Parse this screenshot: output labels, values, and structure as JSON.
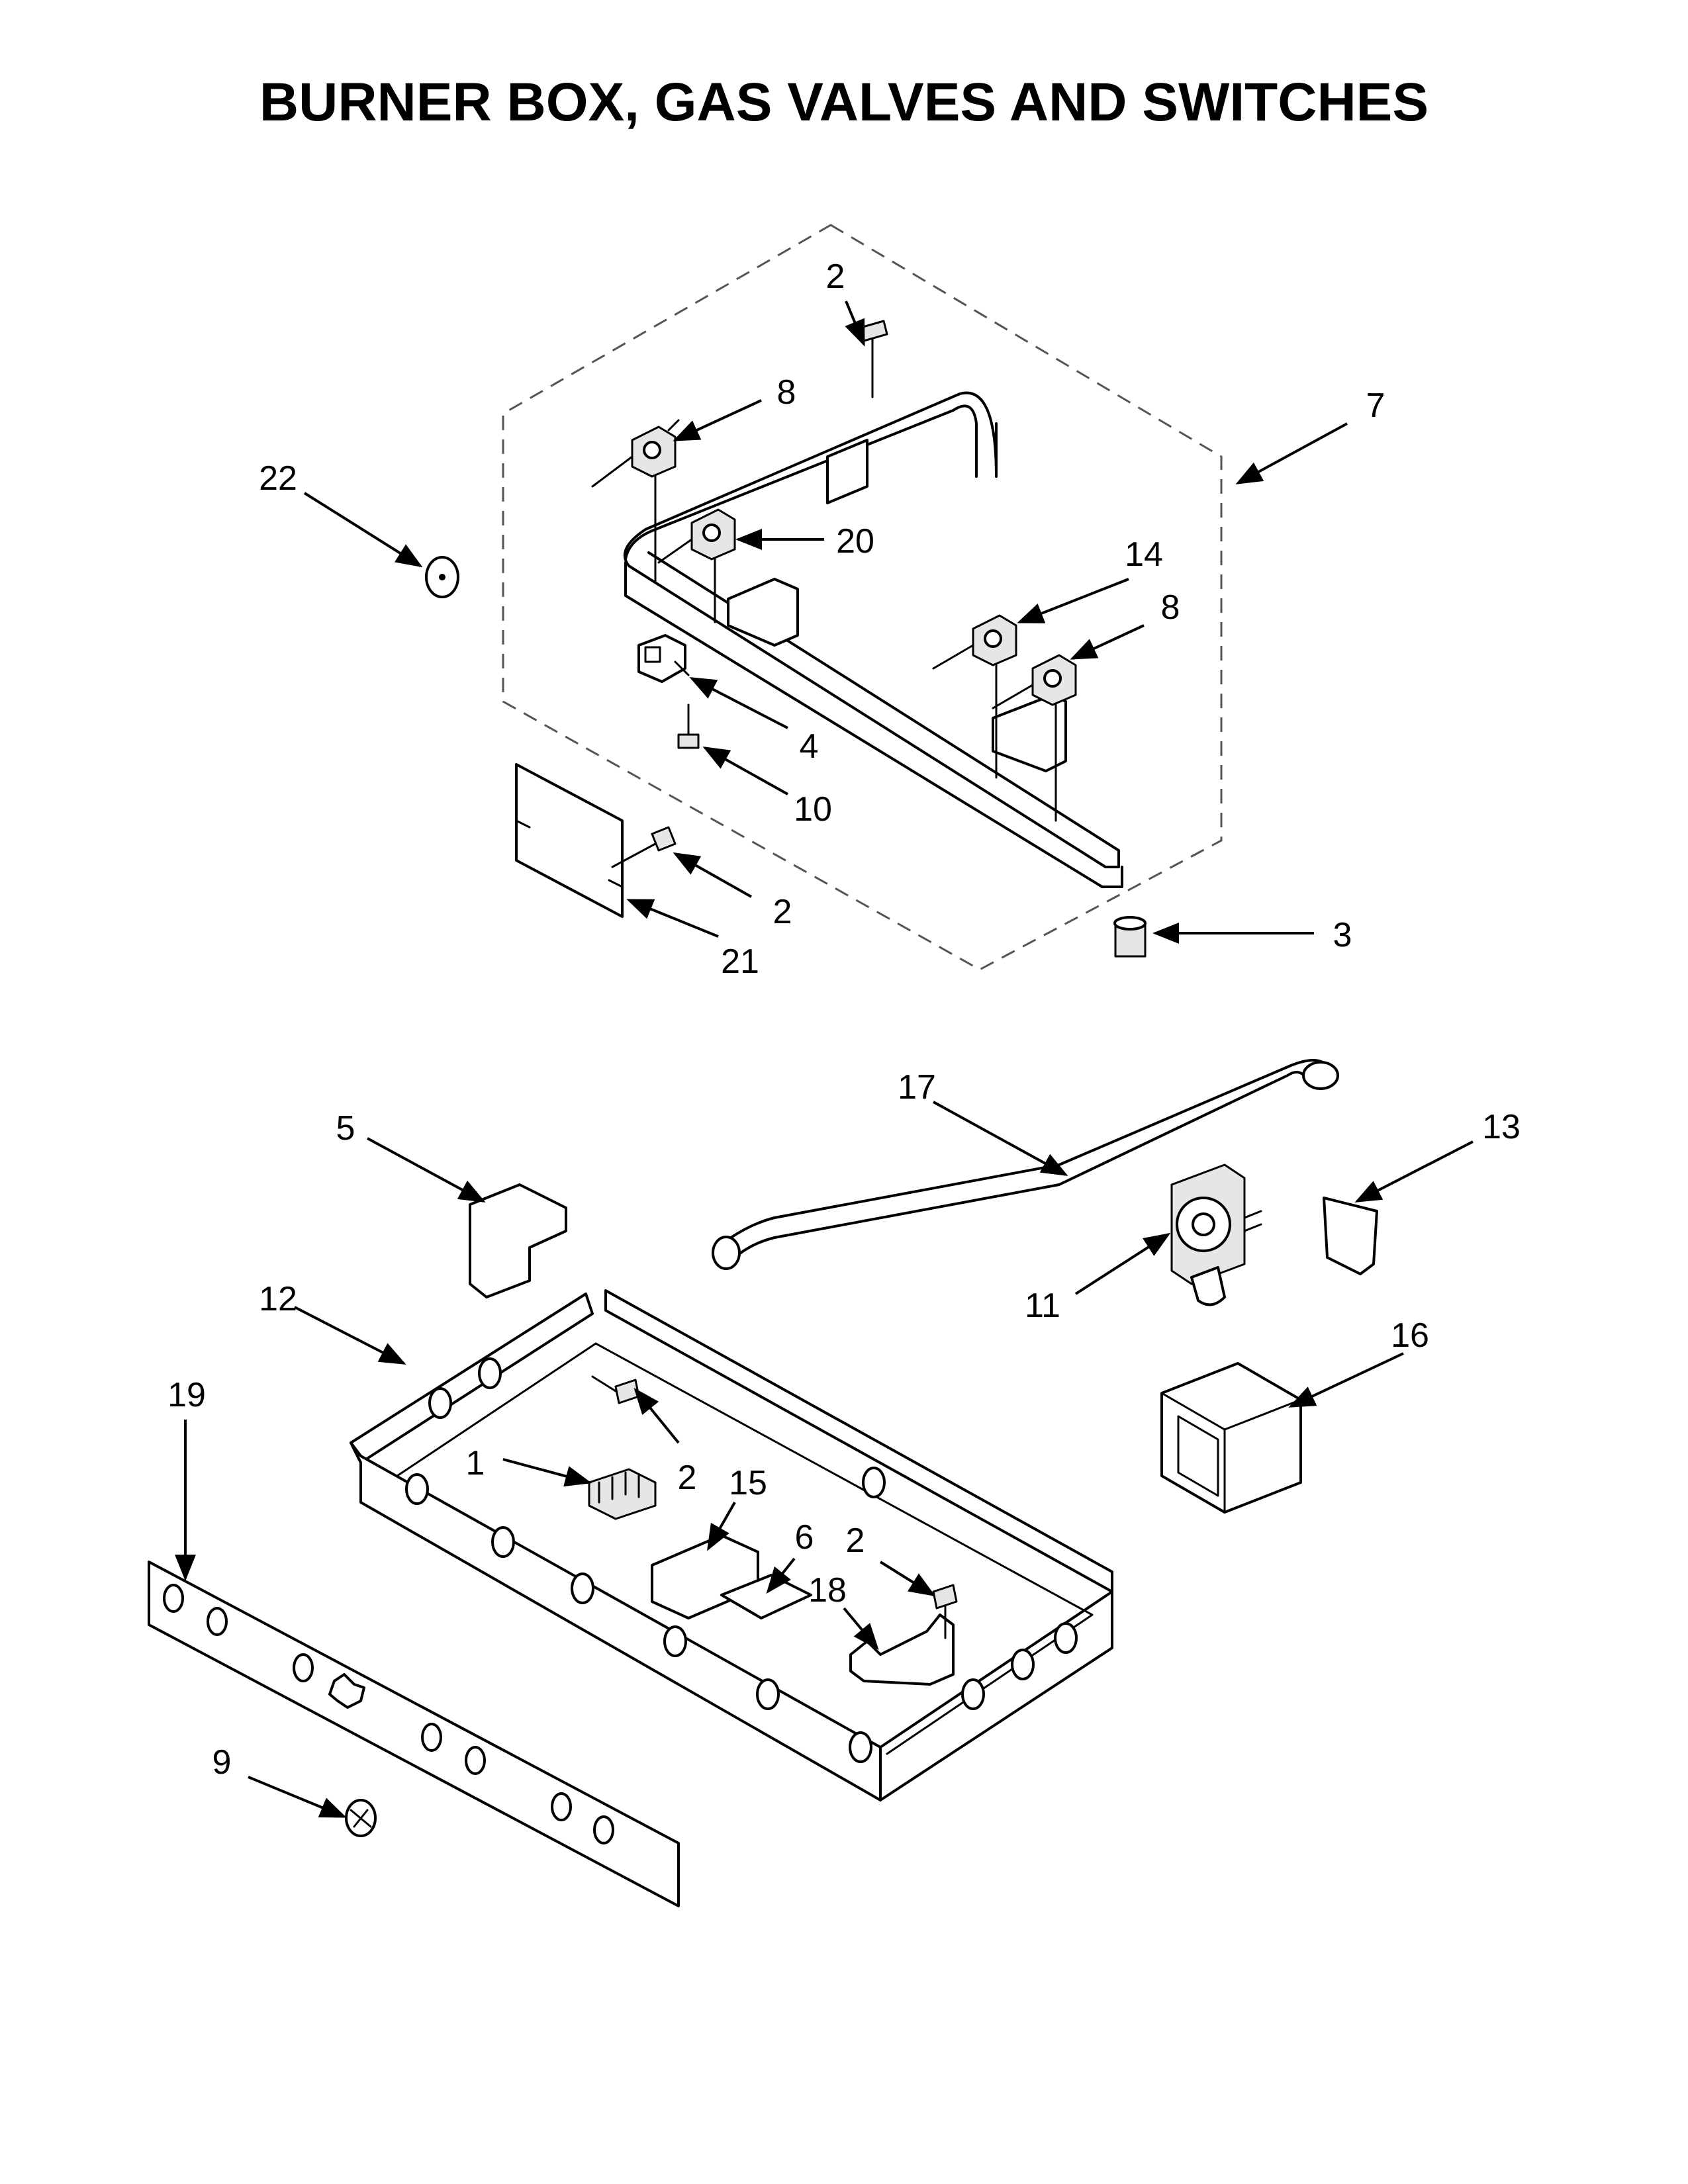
{
  "title": "BURNER BOX, GAS VALVES AND SWITCHES",
  "callouts": {
    "c1": "1",
    "c2a": "2",
    "c2b": "2",
    "c2c": "2",
    "c2d": "2",
    "c3": "3",
    "c4": "4",
    "c5": "5",
    "c6": "6",
    "c7": "7",
    "c8a": "8",
    "c8b": "8",
    "c9": "9",
    "c10": "10",
    "c11": "11",
    "c12": "12",
    "c13": "13",
    "c14": "14",
    "c15": "15",
    "c16": "16",
    "c17": "17",
    "c18": "18",
    "c19": "19",
    "c20": "20",
    "c21": "21",
    "c22": "22"
  }
}
